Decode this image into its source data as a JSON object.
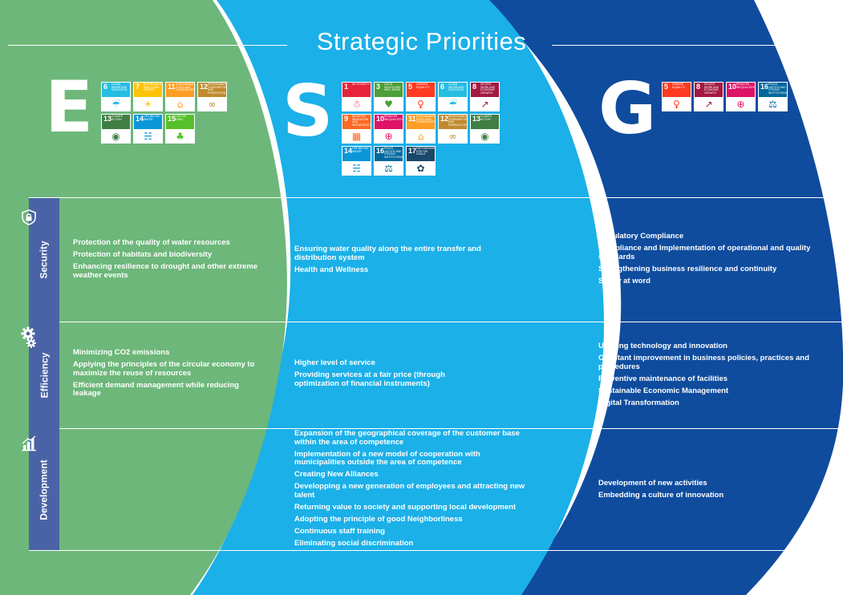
{
  "title": "Strategic Priorities",
  "colors": {
    "environment": "#6db77a",
    "social": "#1bb0e8",
    "governance": "#0f4c9e",
    "background": "#ffffff",
    "sidebar": "#4a63a6"
  },
  "pillars": [
    {
      "letter": "E",
      "sdgs": [
        {
          "num": "6",
          "label": "Clean water and sanitation",
          "color": "#26bde2",
          "icon": "water-drop-icon"
        },
        {
          "num": "7",
          "label": "Affordable and clean energy",
          "color": "#fcc30b",
          "icon": "sun-icon"
        },
        {
          "num": "11",
          "label": "Sustainable cities and communities",
          "color": "#fd9d24",
          "icon": "city-icon"
        },
        {
          "num": "12",
          "label": "Responsible consumption and production",
          "color": "#bf8b2e",
          "icon": "infinity-icon"
        },
        {
          "num": "13",
          "label": "Climate action",
          "color": "#3f7e44",
          "icon": "eye-globe-icon"
        },
        {
          "num": "14",
          "label": "Life below water",
          "color": "#0a97d9",
          "icon": "fish-icon"
        },
        {
          "num": "15",
          "label": "Life on land",
          "color": "#56c02b",
          "icon": "tree-icon"
        }
      ]
    },
    {
      "letter": "S",
      "sdgs": [
        {
          "num": "1",
          "label": "No poverty",
          "color": "#e5243b",
          "icon": "family-icon"
        },
        {
          "num": "3",
          "label": "Good health and well-being",
          "color": "#4c9f38",
          "icon": "heartbeat-icon"
        },
        {
          "num": "5",
          "label": "Gender equality",
          "color": "#ff3a21",
          "icon": "gender-icon"
        },
        {
          "num": "6",
          "label": "Clean water and sanitation",
          "color": "#26bde2",
          "icon": "water-drop-icon"
        },
        {
          "num": "8",
          "label": "Decent work and economic growth",
          "color": "#a21942",
          "icon": "growth-chart-icon"
        },
        {
          "num": "9",
          "label": "Industry, innovation and infrastructure",
          "color": "#fd6925",
          "icon": "cubes-icon"
        },
        {
          "num": "10",
          "label": "Reduced inequalities",
          "color": "#dd1367",
          "icon": "arrows-icon"
        },
        {
          "num": "11",
          "label": "Sustainable cities and communities",
          "color": "#fd9d24",
          "icon": "city-icon"
        },
        {
          "num": "12",
          "label": "Responsible consumption and production",
          "color": "#bf8b2e",
          "icon": "infinity-icon"
        },
        {
          "num": "13",
          "label": "Climate action",
          "color": "#3f7e44",
          "icon": "eye-globe-icon"
        },
        {
          "num": "14",
          "label": "Life below water",
          "color": "#0a97d9",
          "icon": "fish-icon"
        },
        {
          "num": "16",
          "label": "Peace, justice and strong institutions",
          "color": "#00689d",
          "icon": "dove-icon"
        },
        {
          "num": "17",
          "label": "Partnerships for the goals",
          "color": "#19486a",
          "icon": "rings-icon"
        }
      ]
    },
    {
      "letter": "G",
      "sdgs": [
        {
          "num": "5",
          "label": "Gender equality",
          "color": "#ff3a21",
          "icon": "gender-icon"
        },
        {
          "num": "8",
          "label": "Decent work and economic growth",
          "color": "#a21942",
          "icon": "growth-chart-icon"
        },
        {
          "num": "10",
          "label": "Reduced inequalities",
          "color": "#dd1367",
          "icon": "arrows-icon"
        },
        {
          "num": "16",
          "label": "Peace, justice and strong institutions",
          "color": "#00689d",
          "icon": "dove-icon"
        }
      ]
    }
  ],
  "rows": [
    {
      "label": "Security",
      "icon": "shield-lock-icon",
      "environment": [
        "Protection of the quality of water resources",
        "Protection of habitats and biodiversity",
        "Enhancing resilience to drought and other extreme weather events"
      ],
      "social": [
        "Ensuring water quality along the entire transfer and distribution system",
        "Health and Wellness"
      ],
      "governance": [
        "Regulatory Compliance",
        "Compliance and Implementation of operational and quality standards",
        "Strengthening business resilience and continuity",
        "Safety at word"
      ]
    },
    {
      "label": "Efficiency",
      "icon": "gears-icon",
      "environment": [
        "Minimizing CO2 emissions",
        "Applying the principles of the circular economy to maximize the reuse of resources",
        "Efficient demand management while reducing leakage"
      ],
      "social": [
        "Higher level of service",
        "Providing services at a fair price (through optimization of financial instruments)"
      ],
      "governance": [
        "Utilising technology and innovation",
        "Constant improvement in business policies, practices and procedures",
        "Preventive maintenance of facilities",
        "Sustainable Economic Management",
        "Digital Transformation"
      ]
    },
    {
      "label": "Development",
      "icon": "growth-bars-icon",
      "environment": [],
      "social": [
        "Expansion of the geographical coverage of the customer base within the area of competence",
        "Implementation of a new model of cooperation with municipalities outside the area of competence",
        "Creating New Alliances",
        "Developping a new generation of employees and attracting new talent",
        "Returning value to society and supporting local development",
        "Adopting the principle of good Neighborliness",
        "Continuous staff training",
        "Eliminating social discrimination"
      ],
      "governance": [
        "Development of new activities",
        "Embedding a culture of innovation"
      ]
    }
  ]
}
